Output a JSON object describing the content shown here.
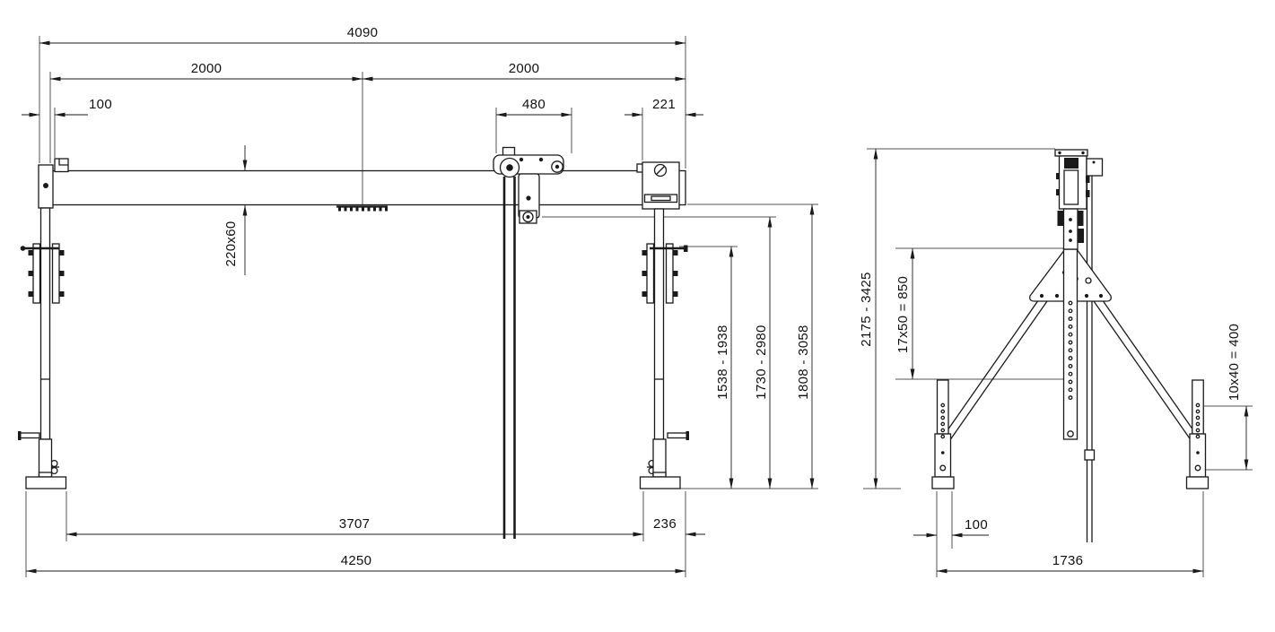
{
  "colors": {
    "line": "#1a1a1a",
    "background": "#ffffff"
  },
  "front_view": {
    "dim_overall_length": "4090",
    "dim_span_left": "2000",
    "dim_span_right": "2000",
    "dim_left_offset": "100",
    "dim_trolley": "480",
    "dim_right_offset": "221",
    "dim_beam_section": "220x60",
    "dim_height_clamp": "1538 - 1938",
    "dim_height_hook": "1730 - 2980",
    "dim_height_beam": "1808 - 3058",
    "dim_feet_inner_span": "3707",
    "dim_foot_length": "236",
    "dim_overall_width": "4250"
  },
  "side_view": {
    "dim_overall_height": "2175 - 3425",
    "dim_column_holes": "17x50 = 850",
    "dim_foot_holes": "10x40 = 400",
    "dim_foot_offset": "100",
    "dim_base_span": "1736"
  }
}
